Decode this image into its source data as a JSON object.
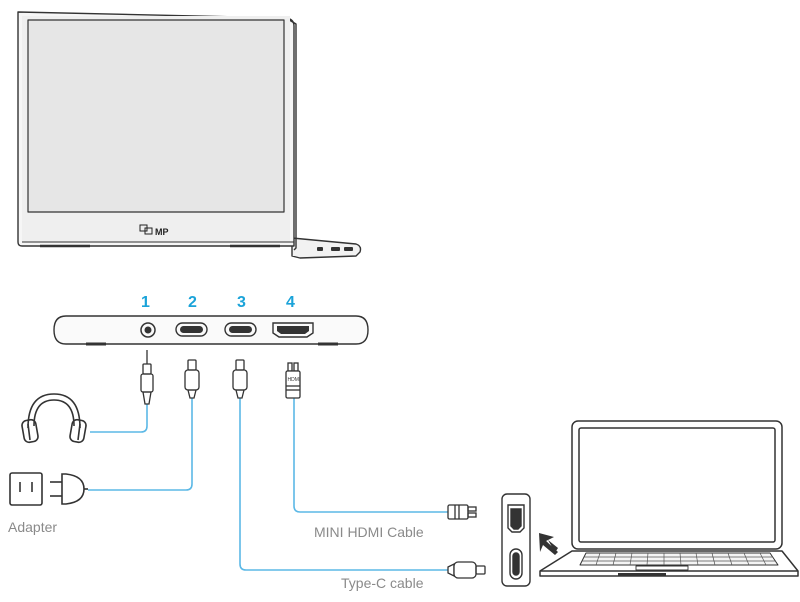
{
  "monitor": {
    "logo_text": "MP"
  },
  "ports": [
    {
      "number": "1",
      "kind": "audio-jack"
    },
    {
      "number": "2",
      "kind": "usb-c"
    },
    {
      "number": "3",
      "kind": "usb-c"
    },
    {
      "number": "4",
      "kind": "mini-hdmi"
    }
  ],
  "labels": {
    "adapter": "Adapter",
    "mini_hdmi_cable": "MINI HDMI Cable",
    "typec_cable": "Type-C cable",
    "hdmi_plug_text": "HDMI"
  },
  "colors": {
    "accent": "#1aa3d9",
    "cable": "#5bb8e6",
    "outline": "#333333",
    "screen": "#e6e6e6",
    "label": "#8a8a8a"
  }
}
